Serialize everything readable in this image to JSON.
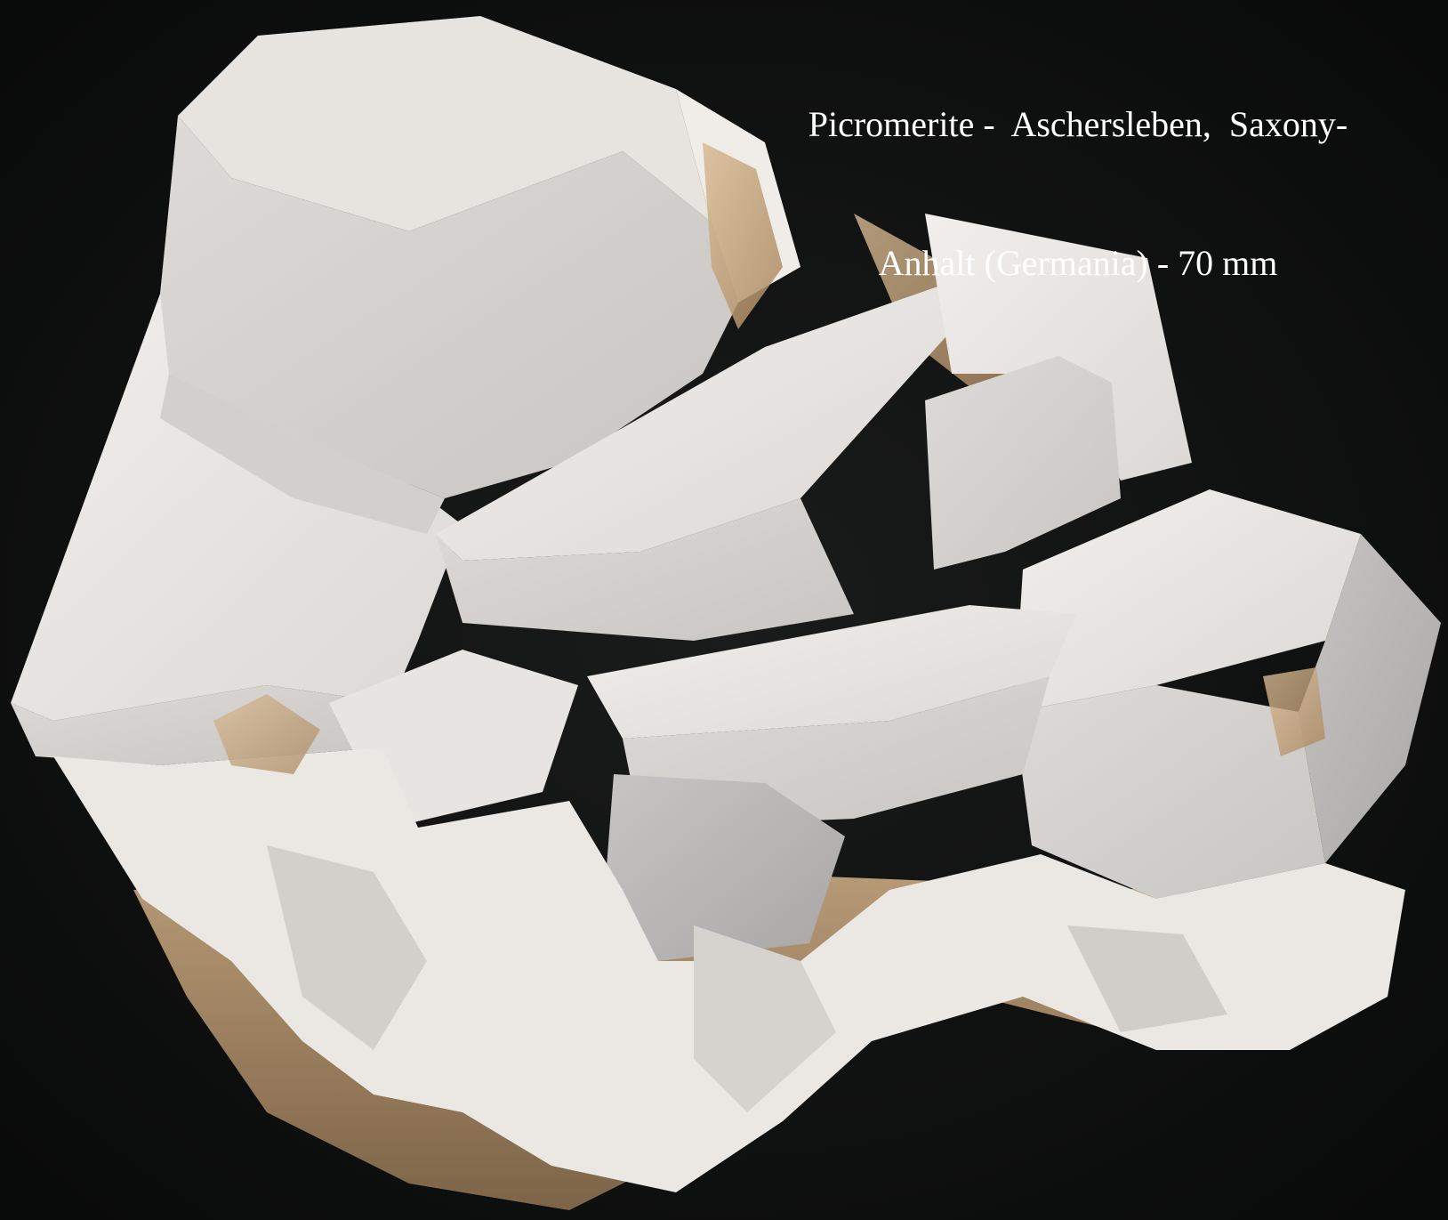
{
  "caption": {
    "line1": "Picromerite -  Aschersleben,  Saxony-",
    "line2": "Anhalt (Germania) - 70 mm"
  },
  "photo": {
    "subject": "mineral-specimen",
    "colors": {
      "background": "#0b0d0c",
      "crystal": "#e9e6e3",
      "crystal_shadow": "#b9b7b6",
      "matrix": "#a98a68",
      "inclusion": "#c9a57e"
    }
  }
}
